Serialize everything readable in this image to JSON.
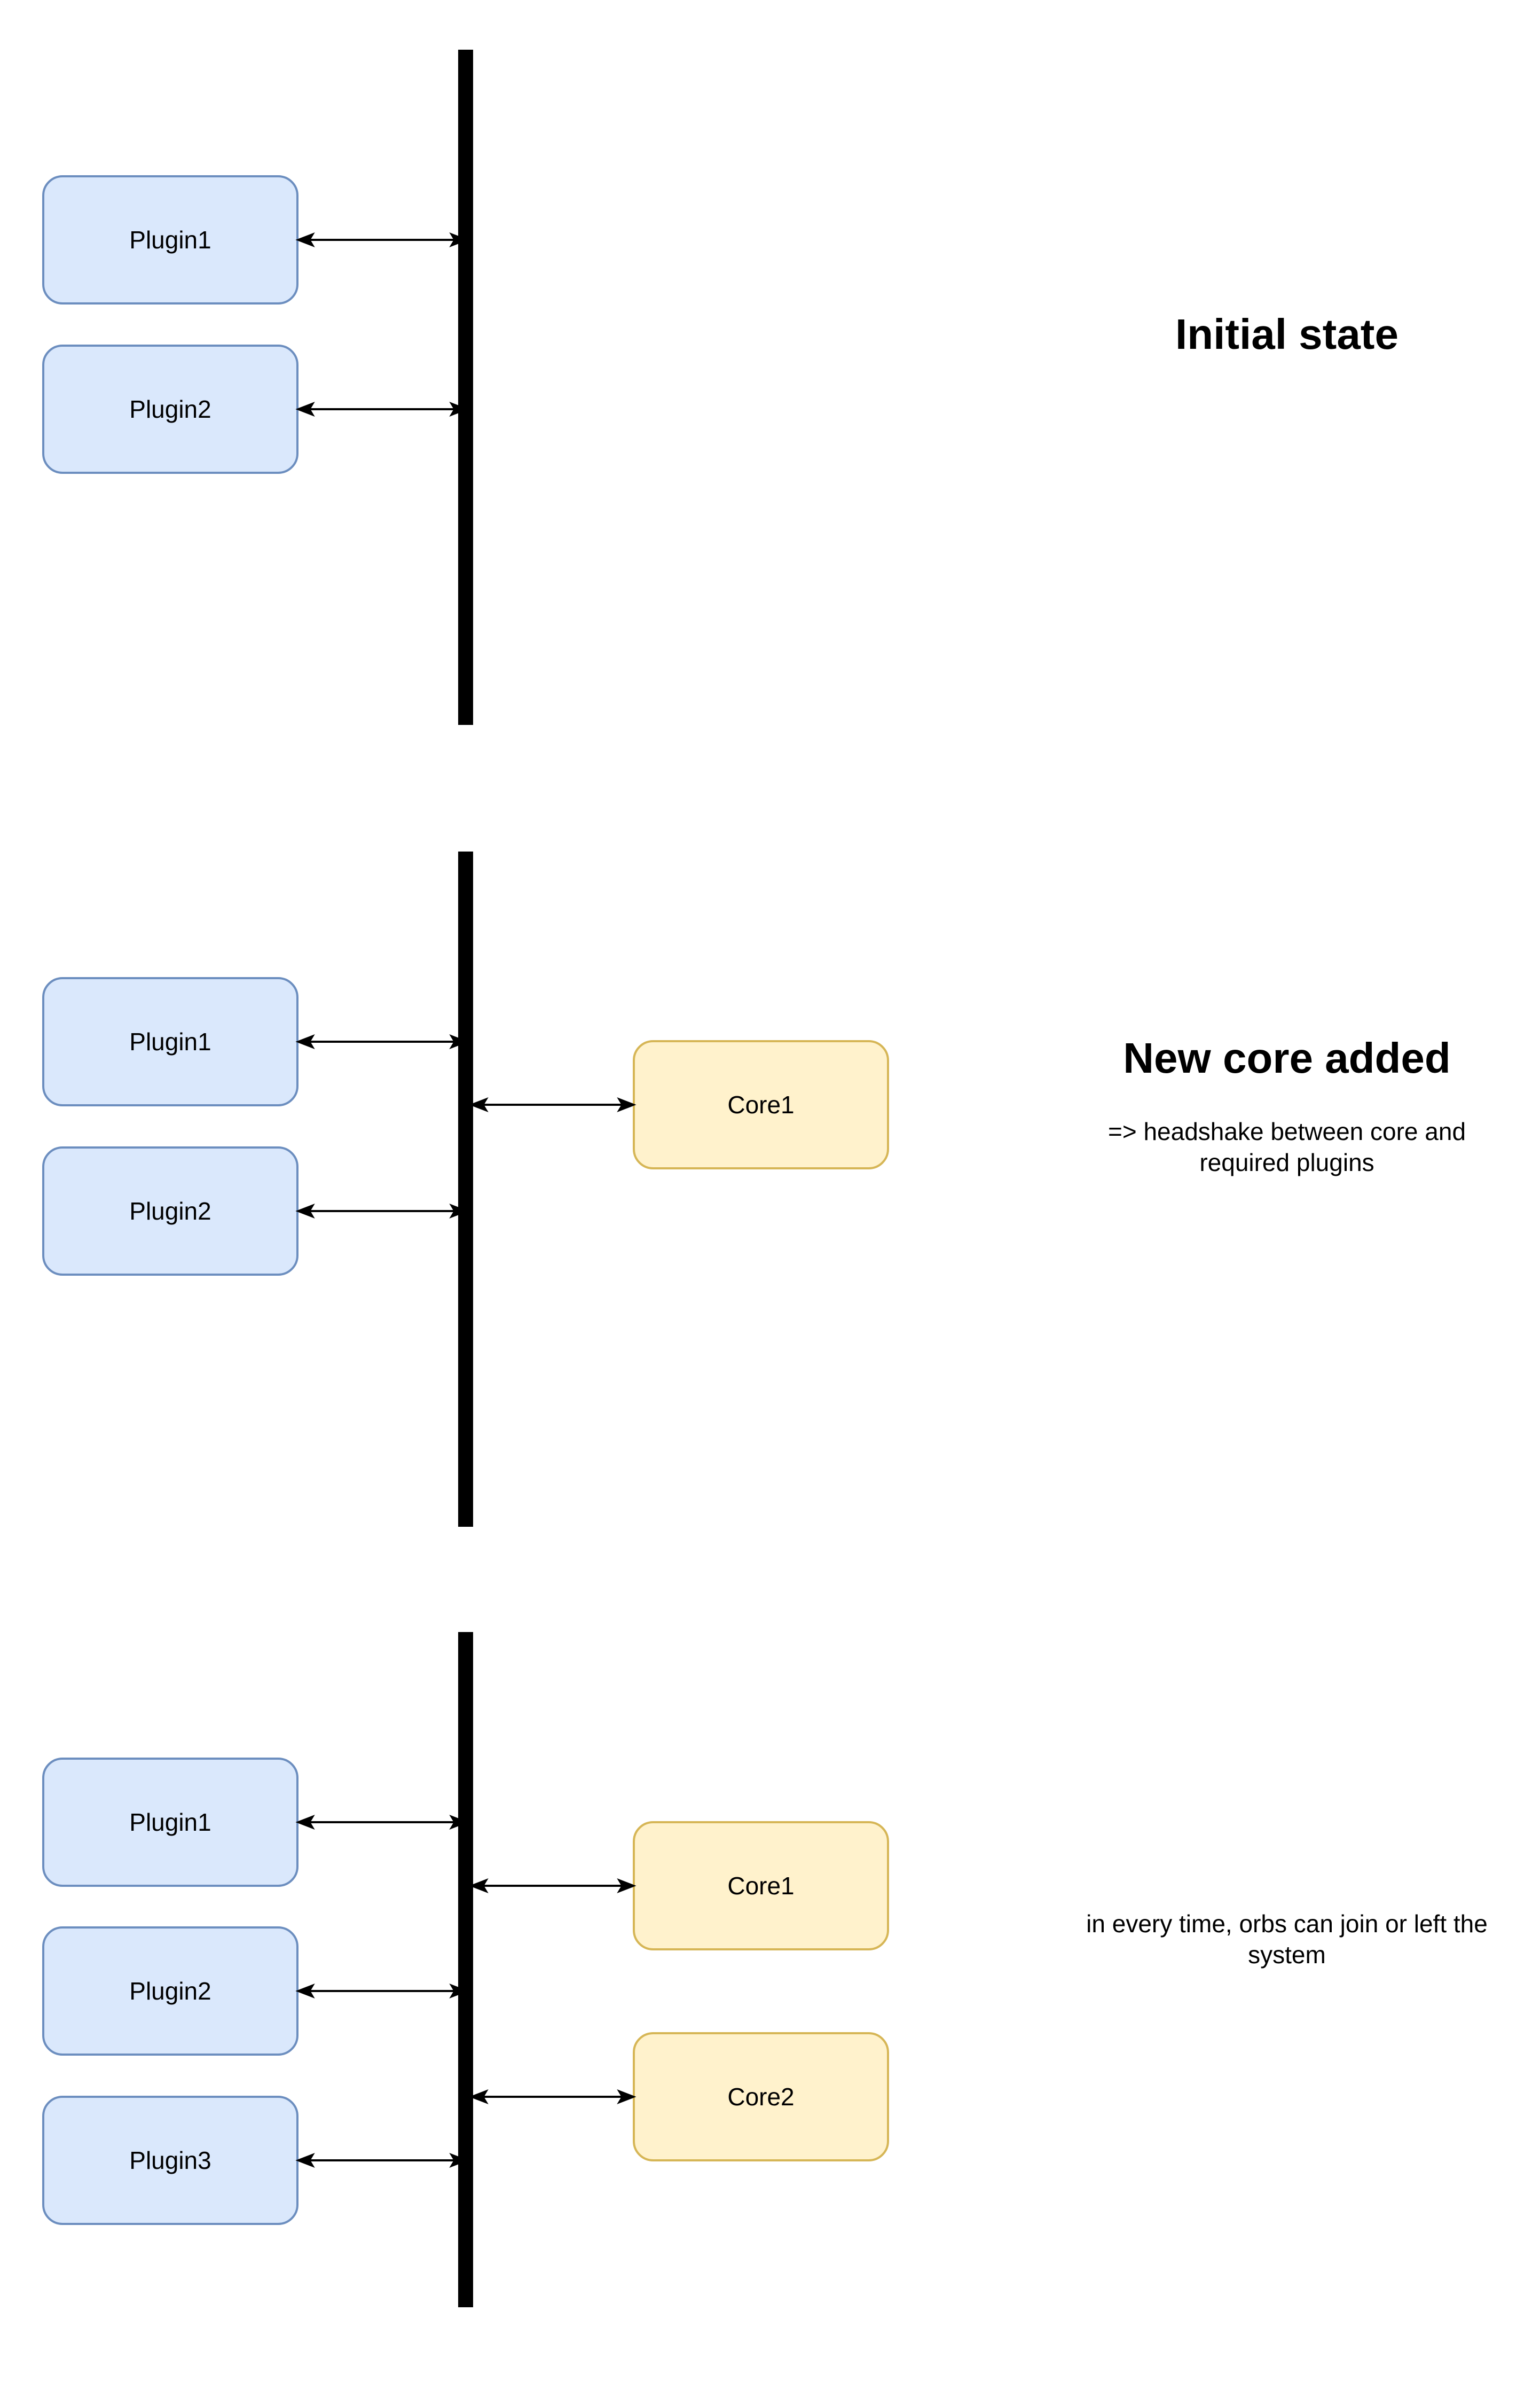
{
  "sections": [
    {
      "heading": "Initial state",
      "note": "",
      "plugins": [
        "Plugin1",
        "Plugin2"
      ],
      "cores": []
    },
    {
      "heading": "New core added",
      "note": "=> headshake between core and required plugins",
      "plugins": [
        "Plugin1",
        "Plugin2"
      ],
      "cores": [
        "Core1"
      ]
    },
    {
      "heading": "",
      "note": "in every time, orbs can join or left the system",
      "plugins": [
        "Plugin1",
        "Plugin2",
        "Plugin3"
      ],
      "cores": [
        "Core1",
        "Core2"
      ]
    }
  ],
  "colors": {
    "plugin_fill": "#dae8fc",
    "plugin_stroke": "#6c8ebf",
    "core_fill": "#fff2cc",
    "core_stroke": "#d6b656",
    "bus": "#000000",
    "arrow": "#000000"
  }
}
